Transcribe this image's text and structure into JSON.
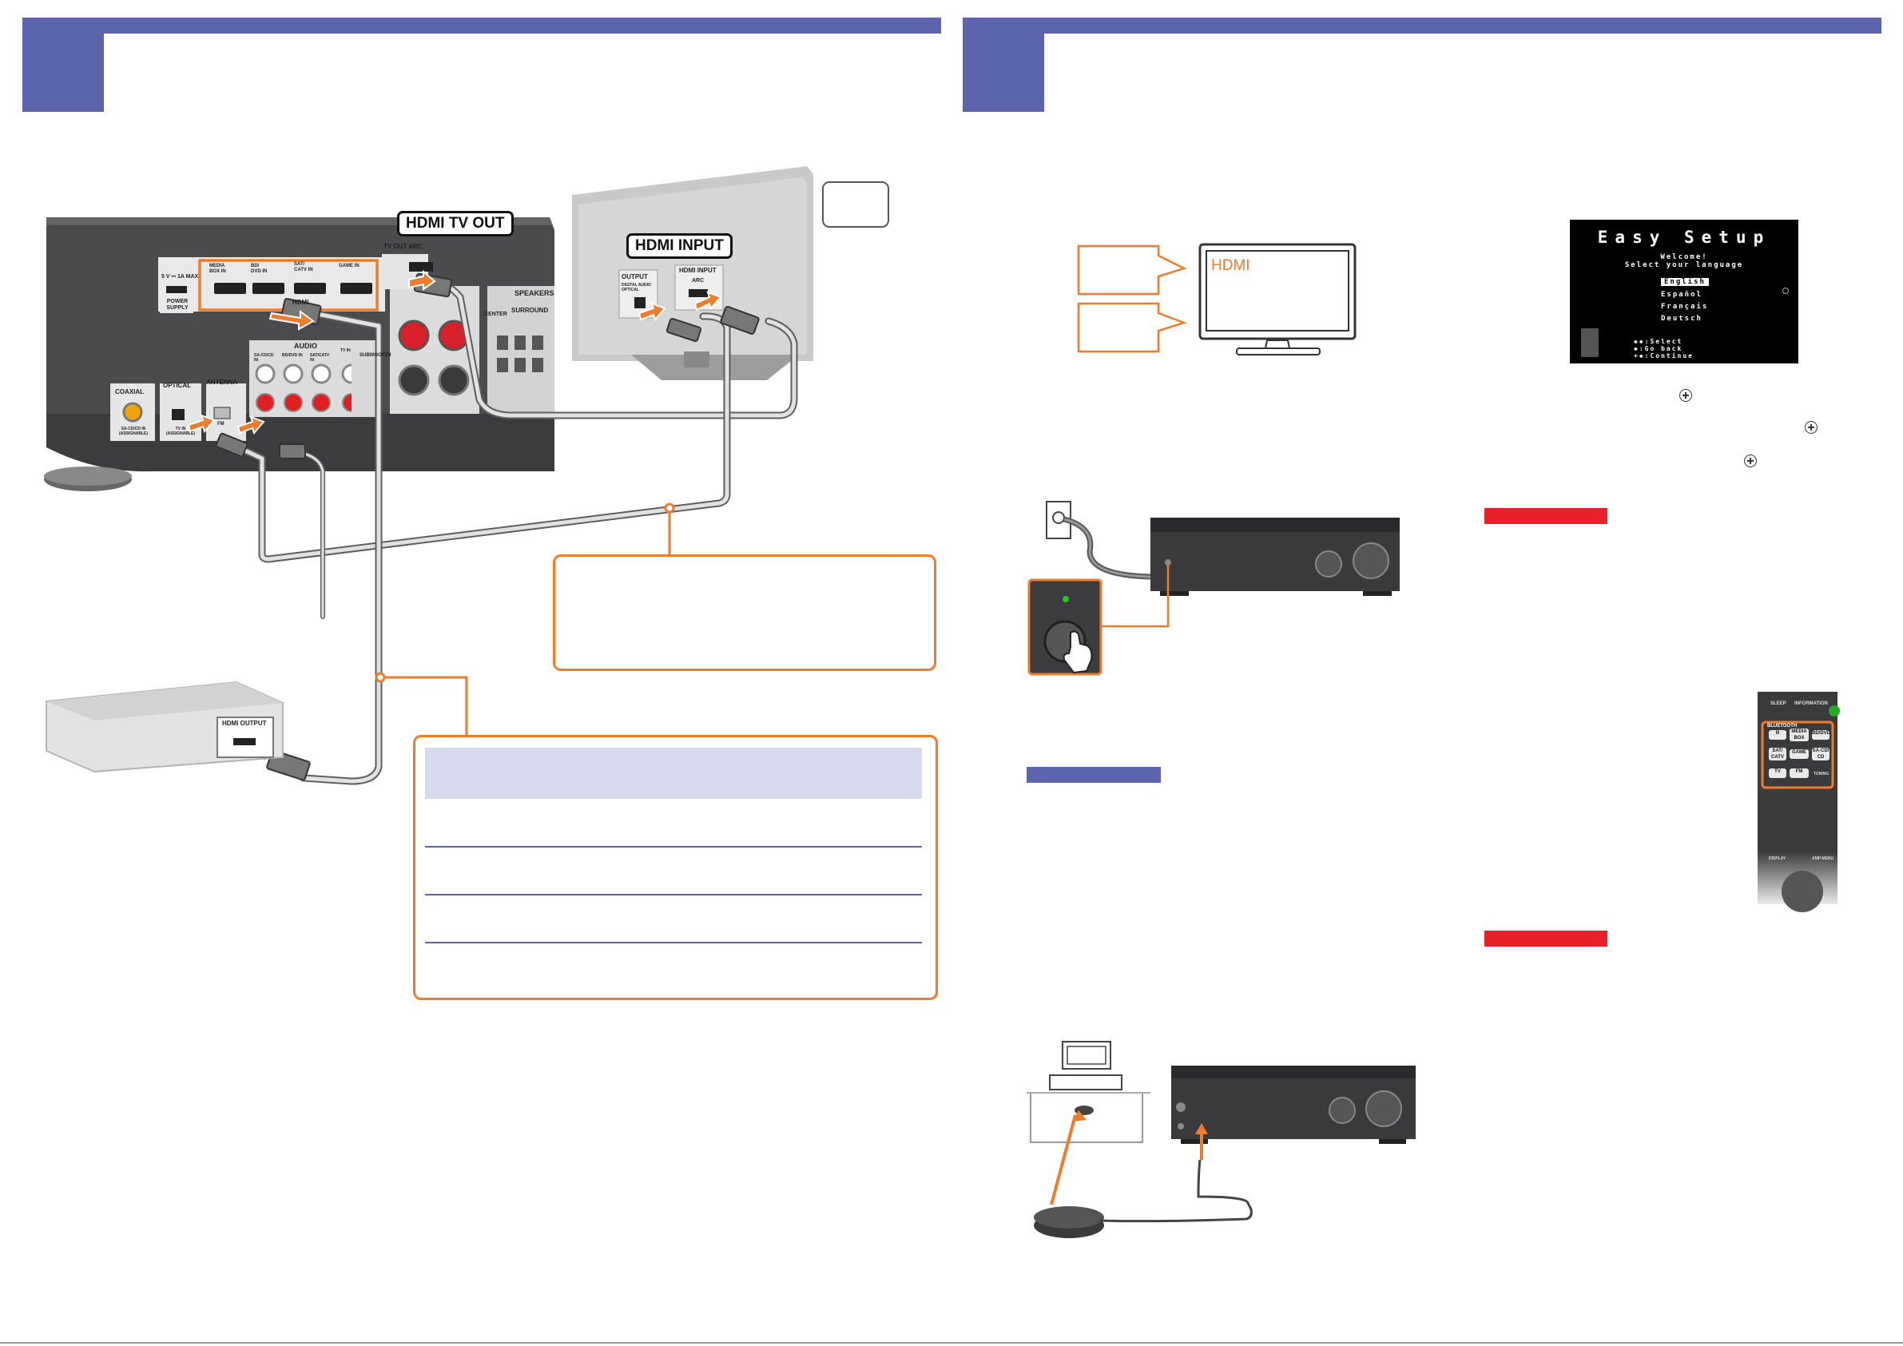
{
  "left_panel": {
    "hdmi_tv_out_label": "HDMI TV OUT",
    "hdmi_input_label": "HDMI INPUT",
    "receiver_labels": {
      "power_supply_top": "5 V ⎓ 1A MAX",
      "power_supply": "POWER SUPPLY",
      "media_box": "MEDIA BOX IN",
      "bd_dvd": "BD/ DVD IN",
      "sat_catv": "SAT/ CATV IN",
      "game": "GAME IN",
      "hdmi": "HDMI",
      "tv_arc": "TV OUT ARC",
      "speakers": "SPEAKERS",
      "surround": "SURROUND",
      "center": "CENTER",
      "audio": "AUDIO",
      "coaxial": "COAXIAL",
      "optical": "OPTICAL",
      "antenna": "ANTENNA",
      "woofer": "SUBWOOFER",
      "coaxial_sub": "SA-CD/CD IN (ASSIGNABLE)",
      "optical_sub": "TV IN (ASSIGNABLE)",
      "fm": "FM",
      "audio_sacd": "SA-CD/CD IN",
      "audio_bd": "BD/DVD IN",
      "audio_sat": "SAT/CATV IN",
      "audio_tv": "TV IN"
    },
    "tv_labels": {
      "output_optical": "OUTPUT",
      "output_optical_sub": "DIGITAL AUDIO OPTICAL",
      "hdmi_input_port": "HDMI INPUT",
      "arc": "ARC"
    },
    "source_label": "HDMI OUTPUT"
  },
  "right_panel": {
    "tv_screen_text": "HDMI",
    "easy_setup": {
      "title": "Easy Setup",
      "welcome": "Welcome!",
      "select_language": "Select your language",
      "languages": [
        "English",
        "Español",
        "Français",
        "Deutsch"
      ],
      "nav_lines": [
        "◆◆:Select",
        "◆:Go back",
        "+◆:Continue"
      ]
    },
    "remote": {
      "top_left": "SLEEP",
      "top_right": "INFORMATION",
      "group_label": "BLUETOOTH",
      "buttons": [
        "ʘ",
        "MEDIA BOX",
        "BD/DVD",
        "SAT/ CATV",
        "GAME",
        "SA-CD/ CD",
        "TV",
        "FM"
      ],
      "tuning": "TUNING",
      "display": "DISPLAY",
      "amp_menu": "AMP MENU"
    }
  },
  "colors": {
    "accent_blue": "#5c64ad",
    "accent_orange": "#ee7d2b",
    "accent_red": "#e8202a"
  }
}
